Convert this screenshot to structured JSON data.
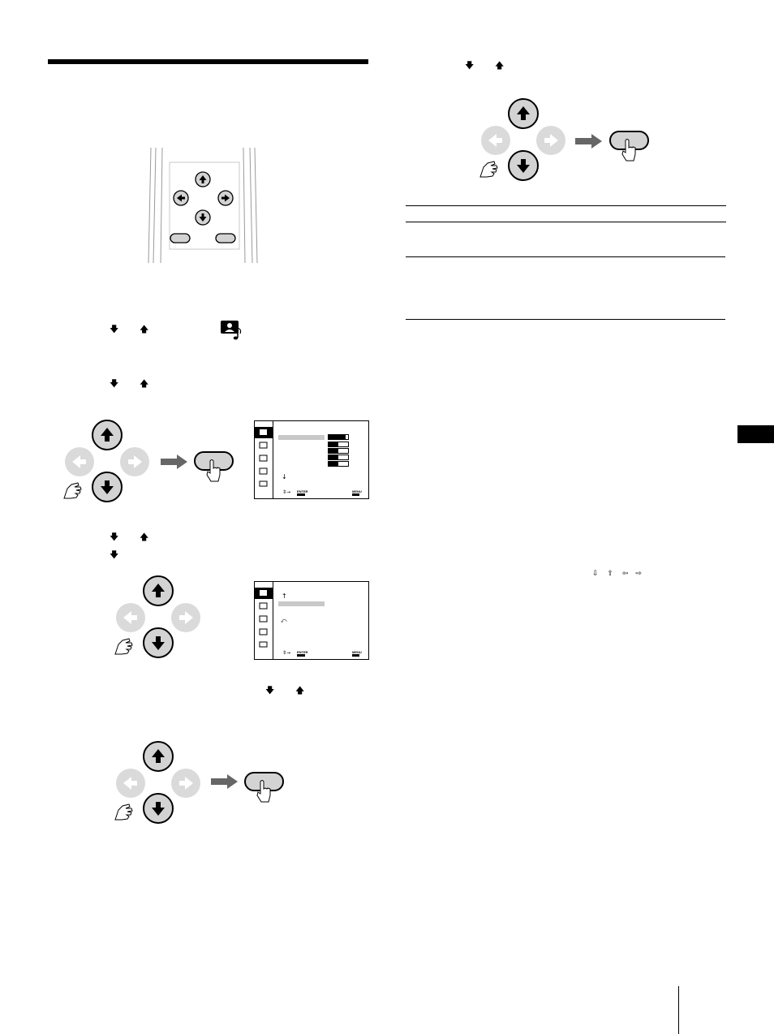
{
  "icons": {
    "arrow_down": "↓-arrow-icon",
    "arrow_up": "↑-arrow-icon"
  },
  "glyphs": {
    "down": "🡇",
    "up": "🡅",
    "small_down": "⇩",
    "small_up": "⇧",
    "small_left": "⇦",
    "small_right": "⇨",
    "tiny_up": "↑",
    "tiny_down": "↓",
    "return": "⤺"
  },
  "osd1": {
    "enter_label": "ENTER",
    "menu_label": "MENU",
    "bar_levels": [
      0.9,
      0.5,
      0.5,
      0.5,
      0.5
    ]
  },
  "osd2": {
    "enter_label": "ENTER",
    "menu_label": "MENU"
  },
  "colors": {
    "button_fill": "#d3d3d3",
    "button_faded": "#dadada",
    "arrow_gray": "#666666",
    "highlight": "#c8c8c8",
    "tab_marker": "#000000"
  }
}
